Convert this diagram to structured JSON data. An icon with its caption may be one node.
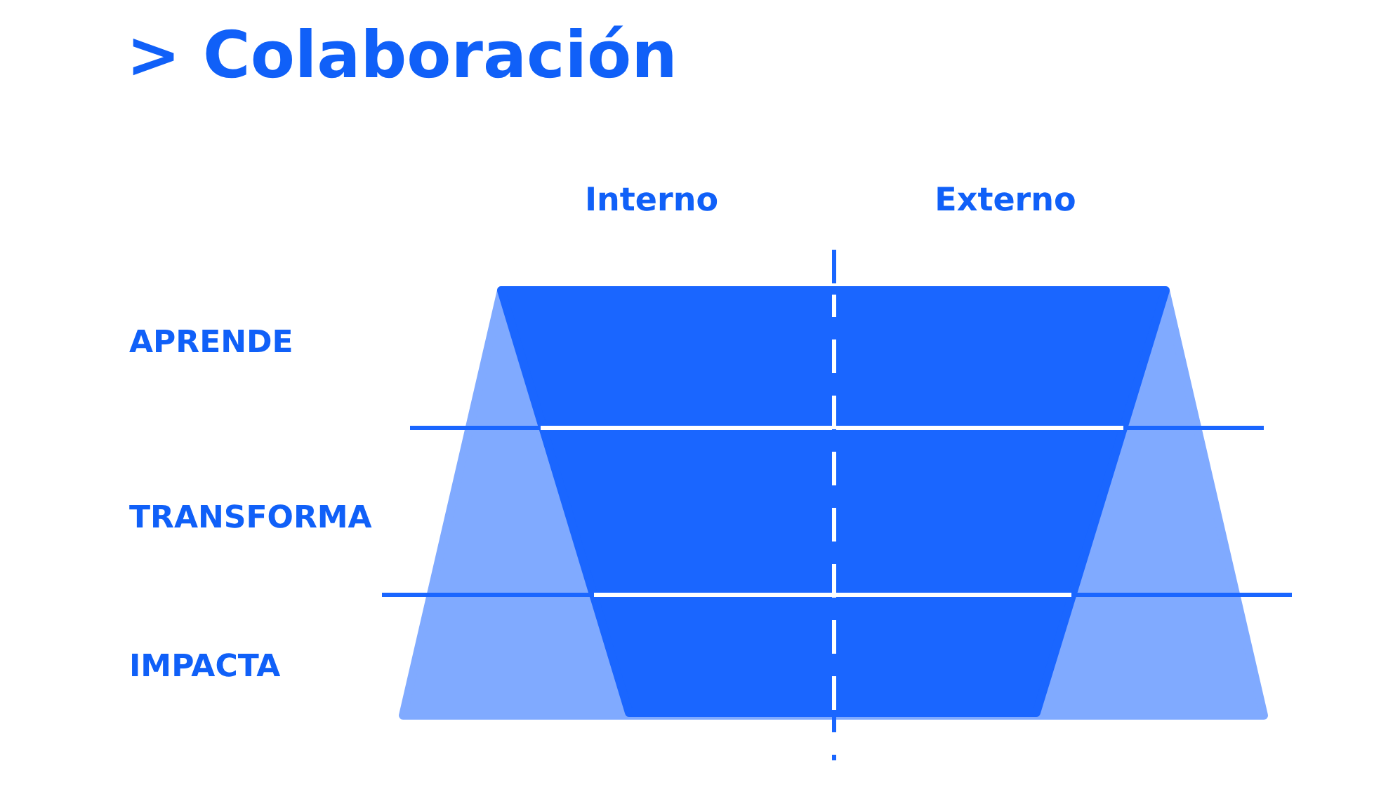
{
  "diagram": {
    "title": "> Colaboración",
    "labels": [
      "Interno",
      "Externo",
      "APRENDE",
      "TRANSFORMA",
      "IMPACTA"
    ]
  }
}
